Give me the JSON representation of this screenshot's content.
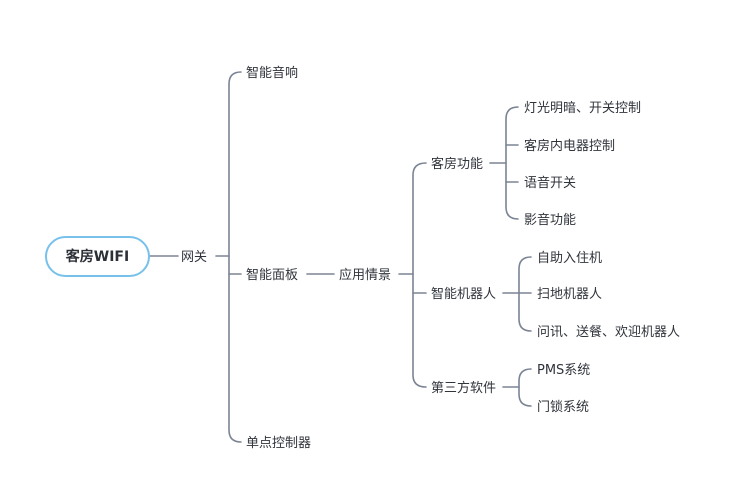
{
  "mindmap": {
    "root": "客房WIFI",
    "level1": "网关",
    "level2": {
      "top": "智能音响",
      "middle": "智能面板",
      "bottom": "单点控制器"
    },
    "level3": "应用情景",
    "level4": {
      "room_functions": "客房功能",
      "robots": "智能机器人",
      "third_party": "第三方软件"
    },
    "room_functions": [
      "灯光明暗、开关控制",
      "客房内电器控制",
      "语音开关",
      "影音功能"
    ],
    "robots": [
      "自助入住机",
      "扫地机器人",
      "问讯、送餐、欢迎机器人"
    ],
    "third_party": [
      "PMS系统",
      "门锁系统"
    ]
  },
  "colors": {
    "root_border": "#78c1ea",
    "connector": "#7b8494",
    "text": "#30343b"
  }
}
